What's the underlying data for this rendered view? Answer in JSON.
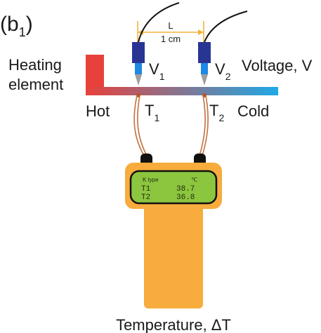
{
  "panel_label": {
    "open": "(b",
    "sub": "1",
    "close": ")"
  },
  "bar": {
    "hot_color": "#e8413c",
    "cold_color": "#1fa9e6",
    "left_label": "Hot",
    "right_label": "Cold"
  },
  "heater": {
    "line1": "Heating",
    "line2": "element",
    "color": "#e8413c"
  },
  "probes": [
    {
      "name": "V",
      "sub": "1"
    },
    {
      "name": "V",
      "sub": "2"
    }
  ],
  "thermocouples": [
    {
      "name": "T",
      "sub": "1"
    },
    {
      "name": "T",
      "sub": "2"
    }
  ],
  "distance": {
    "symbol": "L",
    "value": "1 cm",
    "color": "#f2b33d"
  },
  "voltage_label": "Voltage, V",
  "meter": {
    "body_color": "#f7ac3d",
    "screen_color": "#8cc63f",
    "header_left": "K type",
    "header_right": "℃",
    "readings": [
      {
        "channel": "T1",
        "value": "38.7"
      },
      {
        "channel": "T2",
        "value": "36.8"
      }
    ]
  },
  "temperature_label": "Temperature, ΔT"
}
